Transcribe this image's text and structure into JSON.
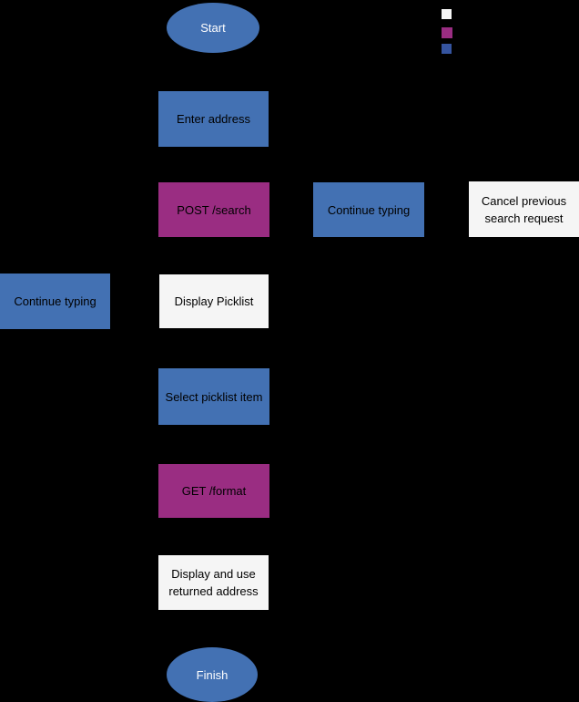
{
  "diagram": {
    "type": "flowchart",
    "background": "#000000",
    "colors": {
      "blue": "#4371b3",
      "purple": "#9a2d82",
      "white": "#f5f5f5",
      "legend_blue": "#35549f",
      "text_dark": "#000000",
      "text_light": "#ffffff"
    },
    "legend": {
      "swatches": [
        {
          "name": "white-swatch",
          "color_key": "white"
        },
        {
          "name": "purple-swatch",
          "color_key": "purple"
        },
        {
          "name": "blue-swatch",
          "color_key": "legend_blue"
        }
      ]
    },
    "nodes": {
      "start": {
        "label": "Start",
        "shape": "ellipse",
        "fill": "blue"
      },
      "enter_address": {
        "label": "Enter address",
        "shape": "rect",
        "fill": "blue"
      },
      "post_search": {
        "label": "POST /search",
        "shape": "rect",
        "fill": "purple"
      },
      "continue_typing_right": {
        "label": "Continue typing",
        "shape": "rect",
        "fill": "blue"
      },
      "cancel_previous": {
        "label": "Cancel previous search request",
        "shape": "rect",
        "fill": "white"
      },
      "continue_typing_left": {
        "label": "Continue typing",
        "shape": "rect",
        "fill": "blue"
      },
      "display_picklist": {
        "label": "Display Picklist",
        "shape": "rect",
        "fill": "white"
      },
      "select_picklist_item": {
        "label": "Select picklist item",
        "shape": "rect",
        "fill": "blue"
      },
      "get_format": {
        "label": "GET /format",
        "shape": "rect",
        "fill": "purple"
      },
      "display_returned_address": {
        "label": "Display and use returned address",
        "shape": "rect",
        "fill": "white"
      },
      "finish": {
        "label": "Finish",
        "shape": "ellipse",
        "fill": "blue"
      }
    }
  }
}
